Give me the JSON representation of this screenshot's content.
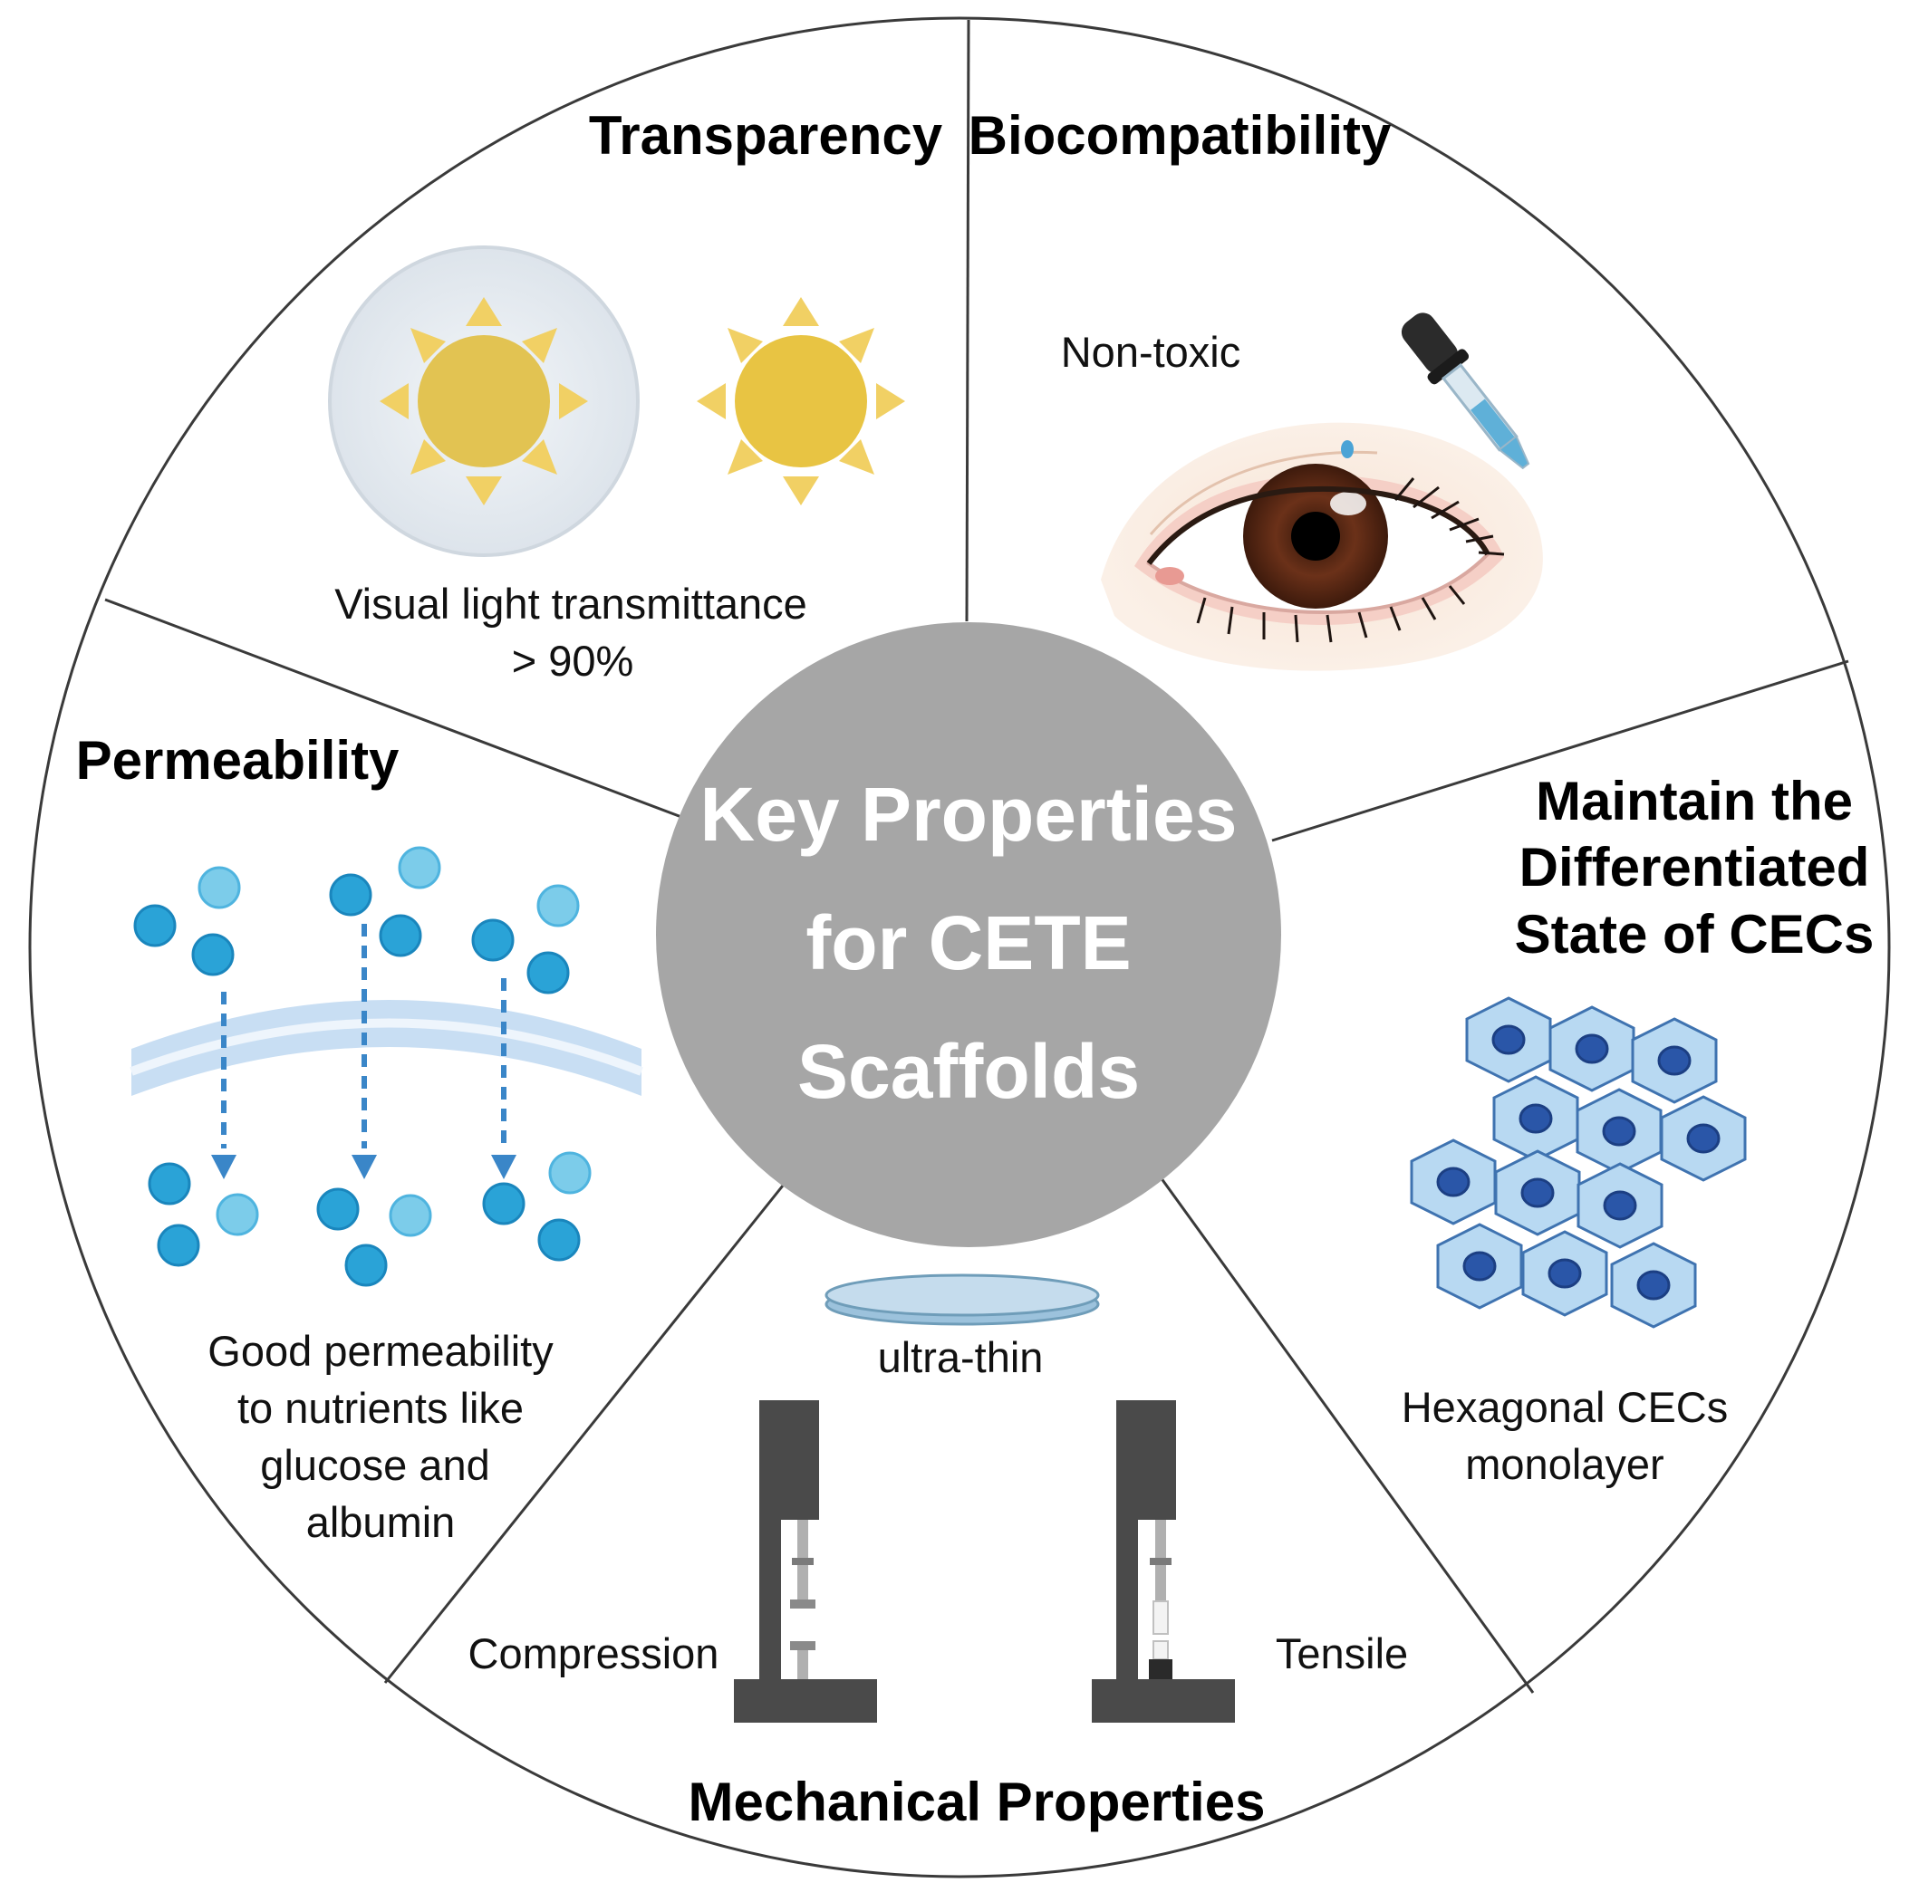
{
  "center": {
    "line1": "Key Properties",
    "line2": "for CETE",
    "line3": "Scaffolds"
  },
  "sections": {
    "transparency": {
      "title": "Transparency",
      "caption_line1": "Visual light transmittance",
      "caption_line2": "> 90%"
    },
    "biocompatibility": {
      "title": "Biocompatibility",
      "caption": "Non-toxic"
    },
    "permeability": {
      "title": "Permeability",
      "caption_line1": "Good permeability",
      "caption_line2": "to nutrients like",
      "caption_line3": "glucose and",
      "caption_line4": "albumin"
    },
    "differentiated": {
      "title_line1": "Maintain the",
      "title_line2": "Differentiated",
      "title_line3": "State of CECs",
      "caption_line1": "Hexagonal CECs",
      "caption_line2": "monolayer"
    },
    "mechanical": {
      "title": "Mechanical Properties",
      "thin_label": "ultra-thin",
      "compression_label": "Compression",
      "tensile_label": "Tensile"
    }
  },
  "colors": {
    "center_fill": "#a6a6a6",
    "sun_yellow": "#e8c443",
    "sun_ray": "#f1d064",
    "particle_blue": "#2aa3d7",
    "particle_light": "#7cccea",
    "arrow_blue": "#3a86c8",
    "cell_fill": "#b8d9f2",
    "cell_nucleus": "#2a56a8",
    "machine_gray": "#4a4a4a"
  }
}
